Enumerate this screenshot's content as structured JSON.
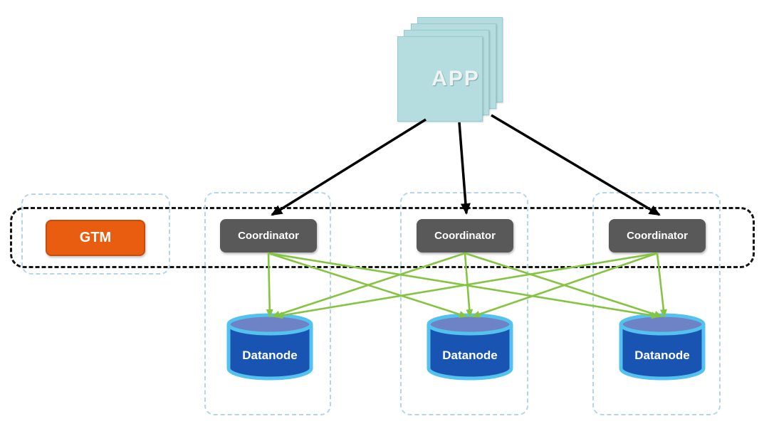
{
  "app": {
    "label": "APP"
  },
  "gtm": {
    "label": "GTM"
  },
  "coordinators": [
    {
      "label": "Coordinator"
    },
    {
      "label": "Coordinator"
    },
    {
      "label": "Coordinator"
    }
  ],
  "datanodes": [
    {
      "label": "Datanode"
    },
    {
      "label": "Datanode"
    },
    {
      "label": "Datanode"
    }
  ],
  "colors": {
    "app_fill": "#b5dcdf",
    "gtm_fill": "#e85d10",
    "coordinator_fill": "#595959",
    "datanode_body": "#1a54b2",
    "datanode_top": "#6d83c6",
    "datanode_stroke": "#54c2ee",
    "green_arrow": "#84c441",
    "black_arrow": "#000000",
    "zone_dash_blue": "#b5d5e8",
    "zone_dash_black": "#141414"
  }
}
